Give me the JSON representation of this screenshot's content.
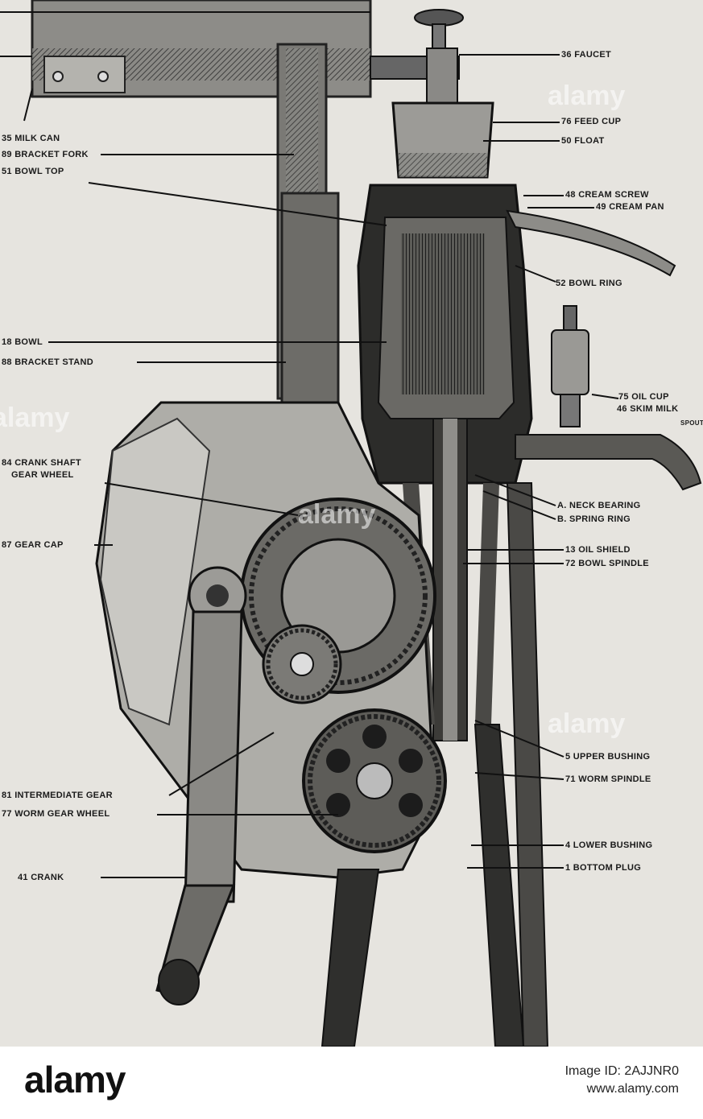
{
  "labels": {
    "faucet": "36 FAUCET",
    "feed_cup": "76 FEED CUP",
    "float": "50 FLOAT",
    "milk_can": "35 MILK CAN",
    "bracket_fork": "89 BRACKET FORK",
    "bowl_top": "51 BOWL TOP",
    "cream_screw": "48 CREAM SCREW",
    "cream_pan": "49 CREAM PAN",
    "bowl_ring": "52 BOWL RING",
    "bowl": "18 BOWL",
    "bracket_stand": "88 BRACKET STAND",
    "oil_cup": "75 OIL CUP",
    "skim_milk": "46 SKIM MILK",
    "skim_milk_spout": "SPOUT",
    "crank_shaft": "84 CRANK SHAFT",
    "crank_shaft_gear": "GEAR WHEEL",
    "gear_cap": "87 GEAR CAP",
    "neck_bearing": "A. NECK BEARING",
    "spring_ring": "B. SPRING RING",
    "oil_shield": "13 OIL SHIELD",
    "bowl_spindle": "72 BOWL SPINDLE",
    "upper_bushing": "5 UPPER BUSHING",
    "worm_spindle": "71 WORM SPINDLE",
    "intermediate_gear": "81 INTERMEDIATE GEAR",
    "worm_gear_wheel": "77 WORM GEAR WHEEL",
    "lower_bushing": "4 LOWER BUSHING",
    "bottom_plug": "1 BOTTOM PLUG",
    "crank": "41 CRANK"
  },
  "watermark": "alamy",
  "footer": {
    "logo": "alamy",
    "image_id": "Image ID: 2AJJNR0",
    "site": "www.alamy.com"
  }
}
